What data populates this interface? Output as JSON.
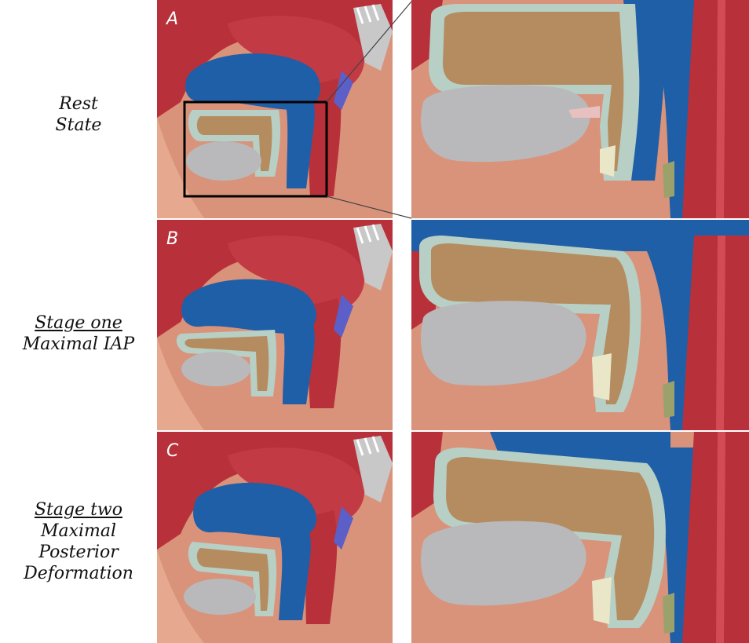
{
  "rows": [
    {
      "letter": "A",
      "label_lines": [
        {
          "text": "Rest",
          "underline": false
        },
        {
          "text": "State",
          "underline": false
        }
      ]
    },
    {
      "letter": "B",
      "label_lines": [
        {
          "text": "Stage one",
          "underline": true
        },
        {
          "text": "Maximal IAP",
          "underline": false
        }
      ]
    },
    {
      "letter": "C",
      "label_lines": [
        {
          "text": "Stage two",
          "underline": true
        },
        {
          "text": "Maximal",
          "underline": false
        },
        {
          "text": "Posterior",
          "underline": false
        },
        {
          "text": "Deformation",
          "underline": false
        }
      ]
    }
  ],
  "colors": {
    "skin": "#d9937a",
    "muscle_red": "#b8313a",
    "muscle_red_light": "#d24b55",
    "organ_blue": "#1e5fa8",
    "organ_purple": "#5b5fc7",
    "bladder_wall": "#b7cfc4",
    "bladder_fill": "#b48c5f",
    "bone_grey": "#b9b9bb",
    "light_grey": "#c8c8c8",
    "white": "#ffffff",
    "inset_box": "#000000"
  }
}
